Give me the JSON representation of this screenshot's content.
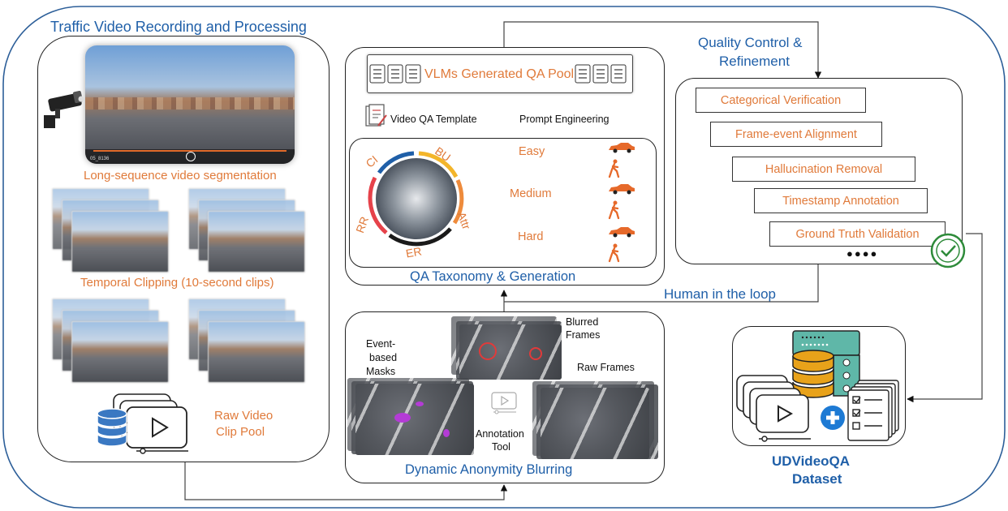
{
  "sections": {
    "recording_title": "Traffic Video Recording and Processing",
    "quality_title_1": "Quality Control &",
    "quality_title_2": "Refinement",
    "taxonomy_title": "QA Taxonomy & Generation",
    "blurring_title": "Dynamic Anonymity Blurring",
    "human_loop": "Human in the loop"
  },
  "left": {
    "segmentation_label": "Long-sequence video segmentation",
    "clipping_label": "Temporal Clipping (10-second clips)",
    "pool_label_1": "Raw Video",
    "pool_label_2": "Clip Pool",
    "video_timestamp": "05_8136"
  },
  "qa": {
    "pool_label": "VLMs Generated QA Pool",
    "template_label": "Video QA Template",
    "prompt_label": "Prompt Engineering",
    "levels": [
      "Easy",
      "Medium",
      "Hard"
    ],
    "ring_labels": {
      "ci": "CI",
      "bu": "BU",
      "attr": "Attr",
      "er": "ER",
      "rr": "RR"
    }
  },
  "quality": {
    "steps": [
      "Categorical Verification",
      "Frame-event Alignment",
      "Hallucination Removal",
      "Timestamp Annotation",
      "Ground Truth Validation"
    ],
    "more": "●●●●"
  },
  "blurring": {
    "blurred_1": "Blurred",
    "blurred_2": "Frames",
    "raw_frames": "Raw Frames",
    "masks_1": "Event-",
    "masks_2": "based",
    "masks_3": "Masks",
    "annotation_1": "Annotation",
    "annotation_2": "Tool"
  },
  "dataset": {
    "name_1": "UDVideoQA",
    "name_2": "Dataset"
  },
  "colors": {
    "title_blue": "#1f5fa8",
    "accent_orange": "#e07a3a",
    "check_green": "#2e8b3a",
    "database_blue": "#3a78c2",
    "database_gold": "#e8a21a",
    "server_teal": "#5fb7a8"
  }
}
